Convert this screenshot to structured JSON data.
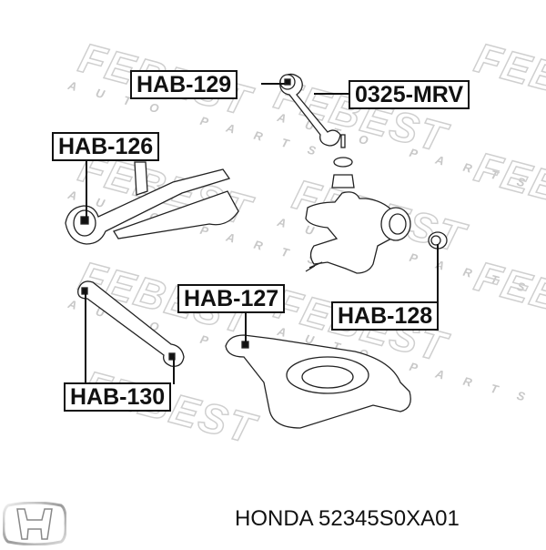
{
  "diagram": {
    "watermark": {
      "brand": "FEBEST",
      "tagline": "AUTO PARTS"
    },
    "labels": [
      {
        "id": "hab-129",
        "text": "HAB-129"
      },
      {
        "id": "0325-mrv",
        "text": "0325-MRV"
      },
      {
        "id": "hab-126",
        "text": "HAB-126"
      },
      {
        "id": "hab-128",
        "text": "HAB-128"
      },
      {
        "id": "hab-127",
        "text": "HAB-127"
      },
      {
        "id": "hab-130",
        "text": "HAB-130"
      }
    ]
  },
  "footer": {
    "brand_logo": "honda-logo-icon",
    "part_reference": "HONDA 52345S0XA01"
  }
}
